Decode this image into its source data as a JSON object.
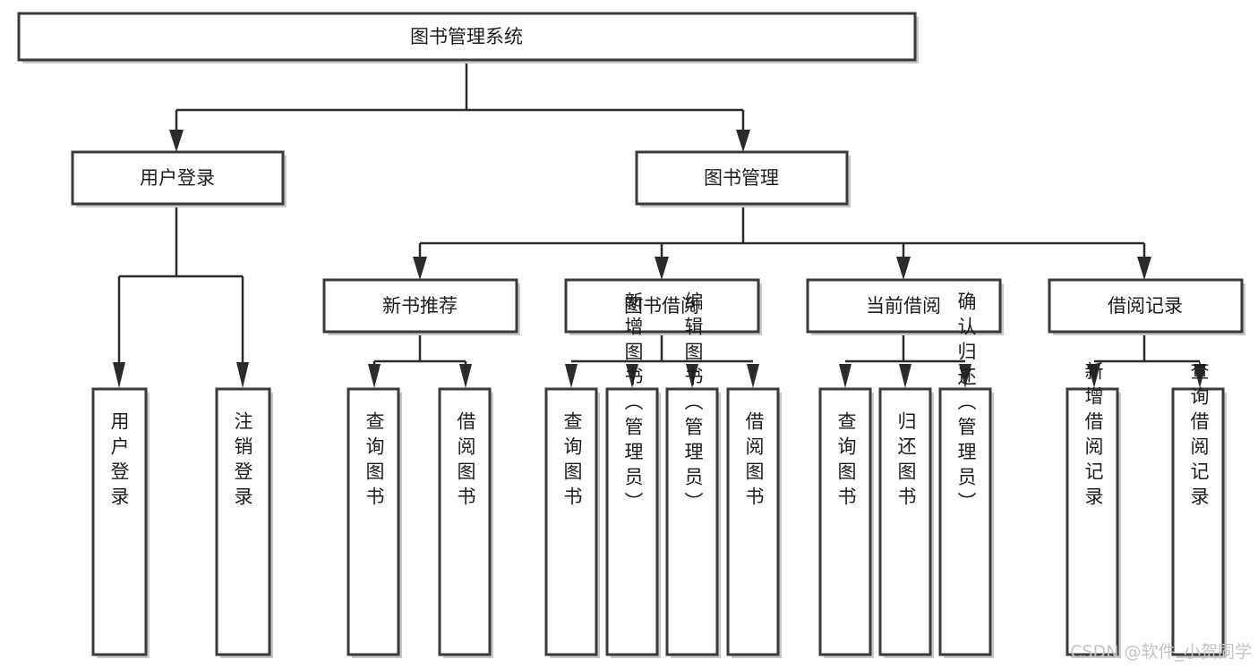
{
  "diagram": {
    "title": "图书管理系统",
    "type": "tree-hierarchy-diagram",
    "colors": {
      "box_stroke": "#3a3a3a",
      "box_fill": "#ffffff",
      "line": "#2b2b2b",
      "text": "#1d1d1d",
      "watermark": "#c4c4c4",
      "shadow": "#c9c9c9"
    },
    "root": {
      "label": "图书管理系统"
    },
    "level2": [
      {
        "label": "用户登录"
      },
      {
        "label": "图书管理"
      }
    ],
    "level3": [
      {
        "label": "新书推荐"
      },
      {
        "label": "图书借阅"
      },
      {
        "label": "当前借阅"
      },
      {
        "label": "借阅记录"
      }
    ],
    "leaves": {
      "user_login": [
        "用户登录",
        "注销登录"
      ],
      "new_book": [
        "查询图书",
        "借阅图书"
      ],
      "book_borrow": [
        "查询图书",
        "新增图书（管理员）",
        "编辑图书（管理员）",
        "借阅图书"
      ],
      "current_borrow": [
        "查询图书",
        "归还图书",
        "确认归还（管理员）"
      ],
      "borrow_record": [
        "新增借阅记录",
        "查询借阅记录"
      ]
    }
  },
  "watermark": {
    "text": "CSDN @软件_小贺同学"
  }
}
